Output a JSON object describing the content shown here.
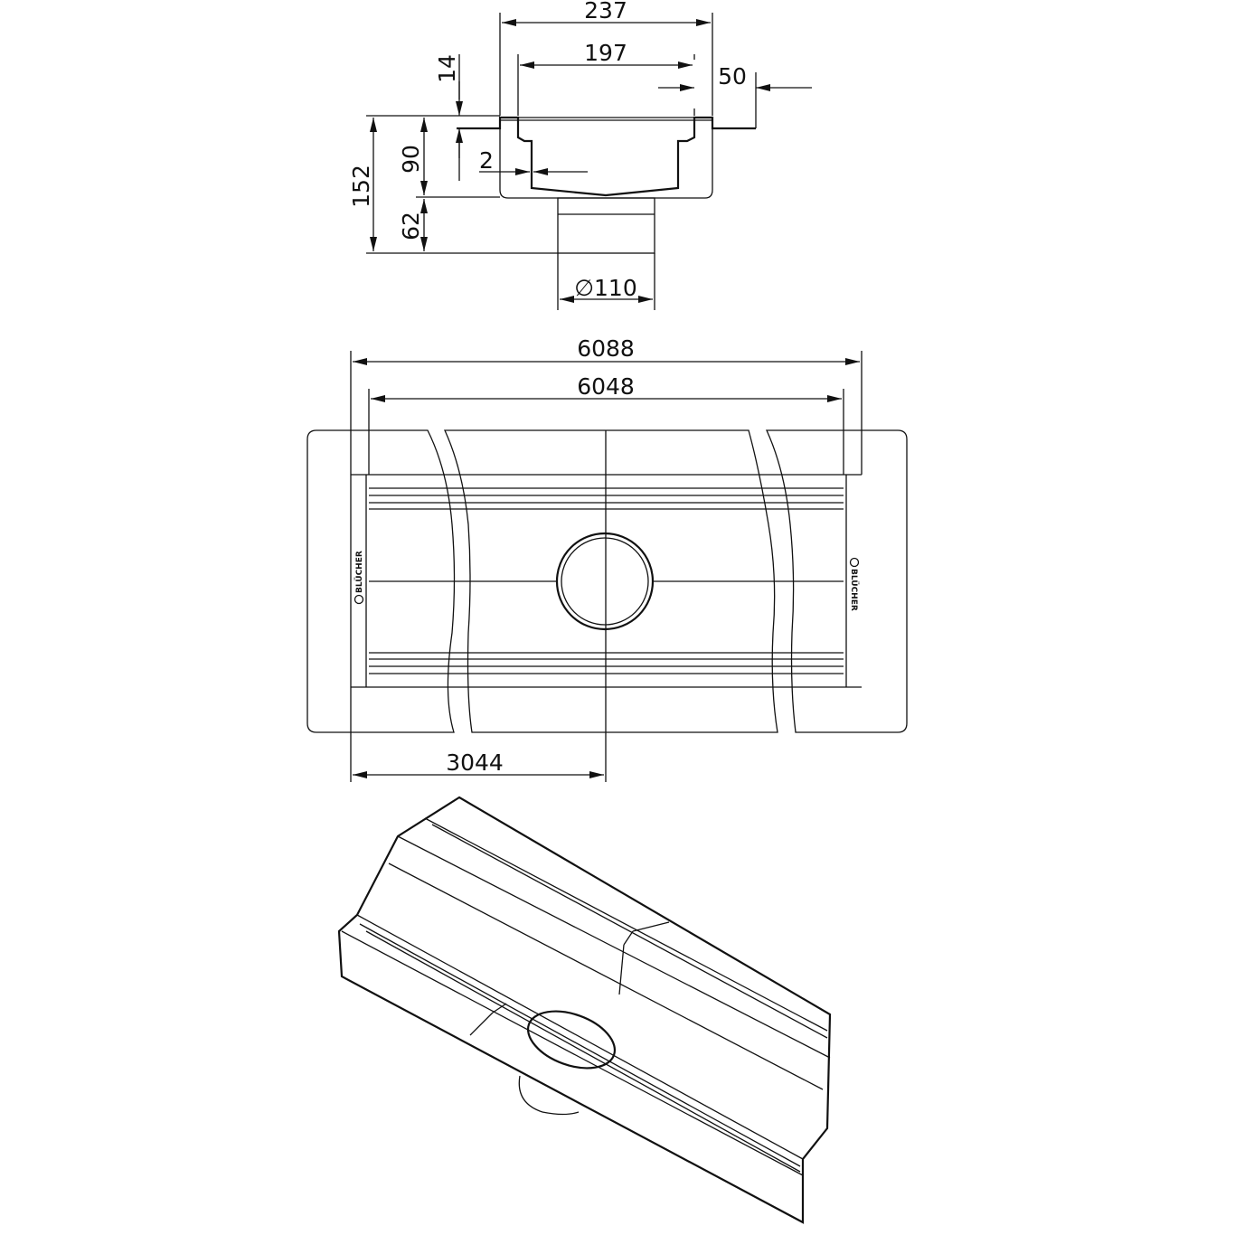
{
  "section_view": {
    "dims": {
      "overall_width": "237",
      "inner_width": "197",
      "flange": "50",
      "flange_thickness": "14",
      "total_height": "152",
      "body_height": "90",
      "outlet_height": "62",
      "wall": "2",
      "outlet_diameter": "∅110"
    }
  },
  "plan_view": {
    "dims": {
      "overall_length": "6088",
      "inner_length": "6048",
      "half_length": "3044"
    },
    "logo_text": "BLÜCHER"
  }
}
